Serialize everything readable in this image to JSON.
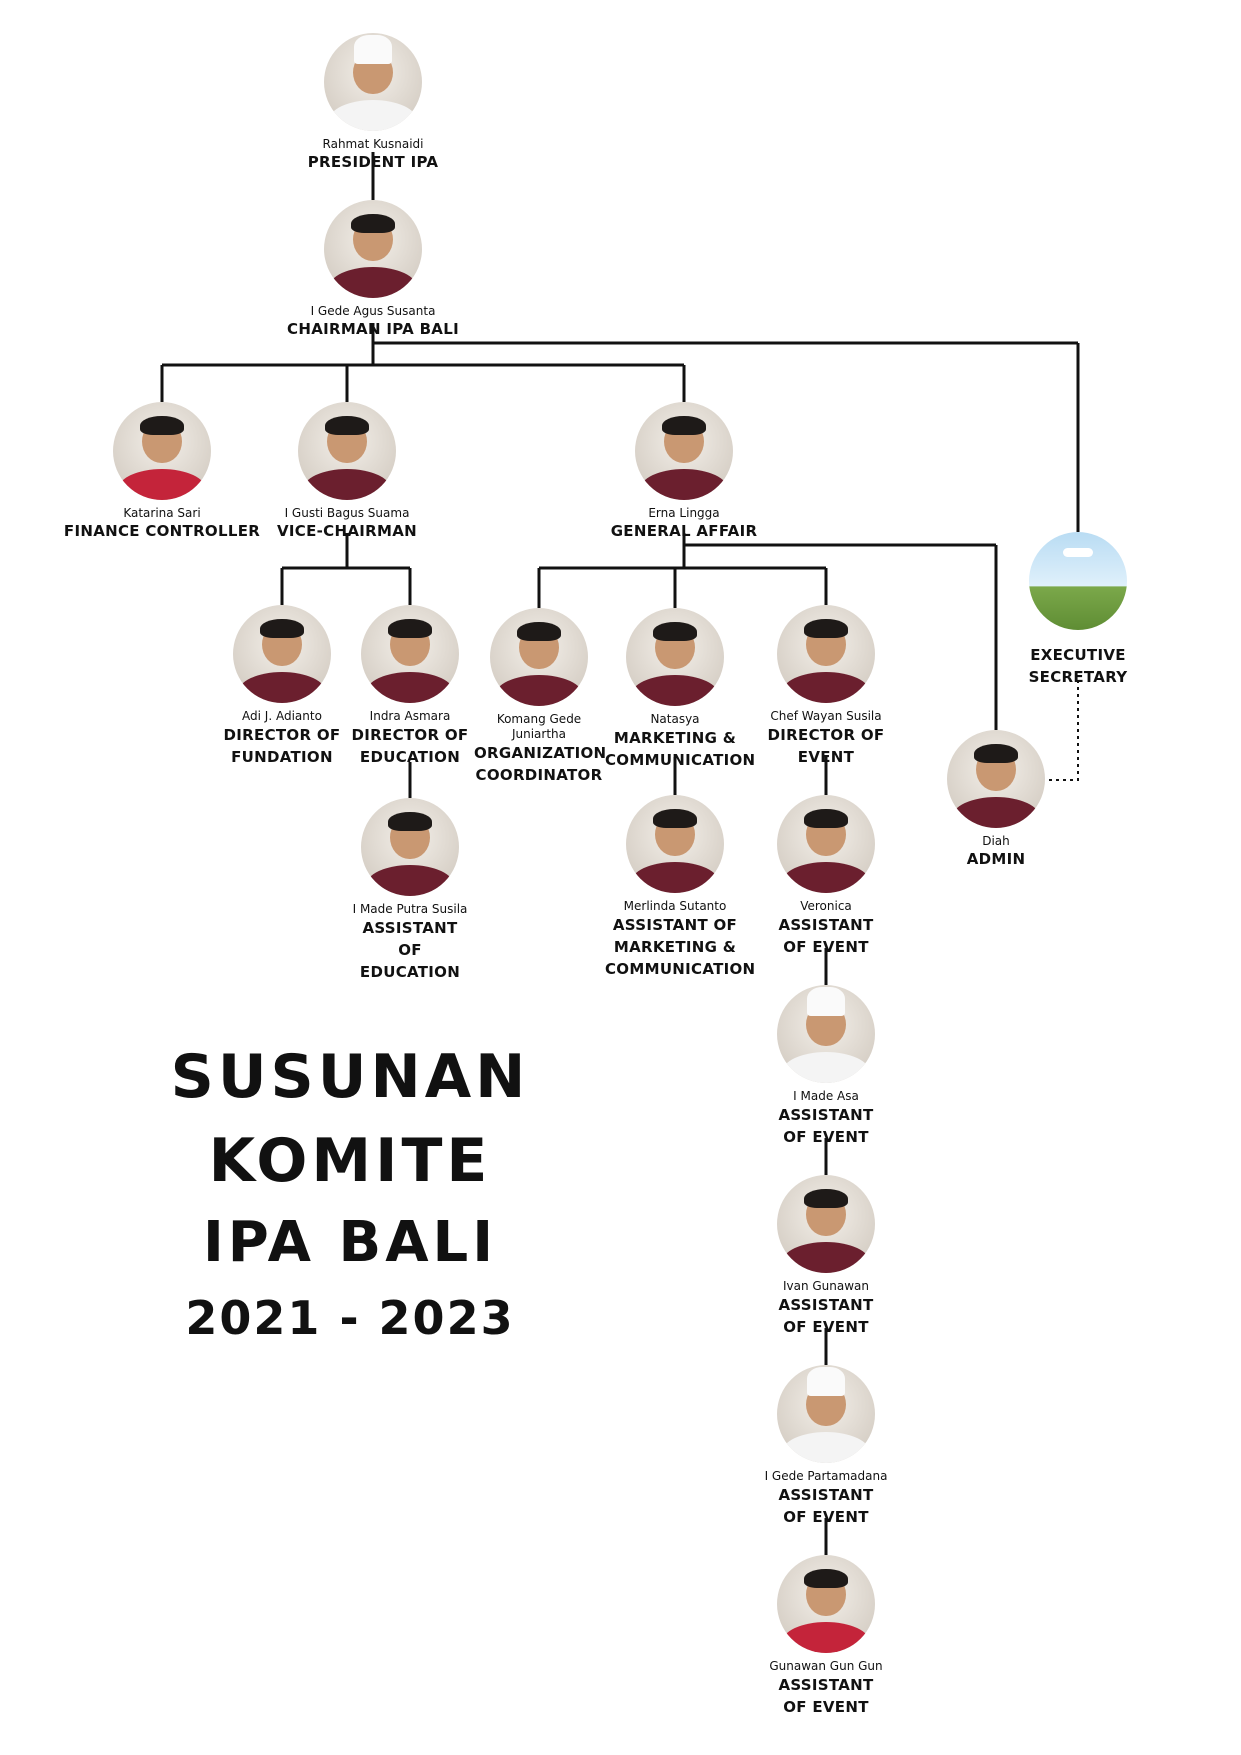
{
  "title": {
    "line1": "SUSUNAN KOMITE",
    "line2": "IPA BALI",
    "line3": "2021 - 2023"
  },
  "nodes": [
    {
      "id": "president",
      "name": "Rahmat Kusnaidi",
      "role": "PRESIDENT IPA",
      "avatar": "chef"
    },
    {
      "id": "chairman",
      "name": "I Gede Agus Susanta",
      "role": "CHAIRMAN IPA BALI",
      "avatar": "person"
    },
    {
      "id": "finance",
      "name": "Katarina Sari",
      "role": "FINANCE CONTROLLER",
      "avatar": "red"
    },
    {
      "id": "vice",
      "name": "I Gusti Bagus Suama",
      "role": "VICE-CHAIRMAN",
      "avatar": "person"
    },
    {
      "id": "general",
      "name": "Erna Lingga",
      "role": "GENERAL AFFAIR",
      "avatar": "person"
    },
    {
      "id": "secretary",
      "name": "",
      "role": "EXECUTIVE SECRETARY",
      "avatar": "placeholder"
    },
    {
      "id": "fundation",
      "name": "Adi J. Adianto",
      "role": "DIRECTOR OF FUNDATION",
      "avatar": "person"
    },
    {
      "id": "education",
      "name": "Indra Asmara",
      "role": "DIRECTOR OF EDUCATION",
      "avatar": "person"
    },
    {
      "id": "asst_edu",
      "name": "I Made Putra Susila",
      "role": "ASSISTANT OF EDUCATION",
      "avatar": "person"
    },
    {
      "id": "org",
      "name": "Komang Gede Juniartha",
      "role": "ORGANIZATION COORDINATOR",
      "avatar": "person"
    },
    {
      "id": "marketing",
      "name": "Natasya",
      "role": "MARKETING & COMMUNICATION",
      "avatar": "person"
    },
    {
      "id": "asst_mkt",
      "name": "Merlinda Sutanto",
      "role": "ASSISTANT OF MARKETING & COMMUNICATION",
      "avatar": "person"
    },
    {
      "id": "event",
      "name": "Chef Wayan Susila",
      "role": "DIRECTOR OF EVENT",
      "avatar": "person"
    },
    {
      "id": "asst_event1",
      "name": "Veronica",
      "role": "ASSISTANT OF EVENT",
      "avatar": "person"
    },
    {
      "id": "asst_event2",
      "name": "I Made Asa",
      "role": "ASSISTANT OF EVENT",
      "avatar": "chef"
    },
    {
      "id": "asst_event3",
      "name": "Ivan Gunawan",
      "role": "ASSISTANT OF EVENT",
      "avatar": "person"
    },
    {
      "id": "asst_event4",
      "name": "I Gede Partamadana",
      "role": "ASSISTANT OF EVENT",
      "avatar": "chef"
    },
    {
      "id": "asst_event5",
      "name": "Gunawan Gun Gun",
      "role": "ASSISTANT OF EVENT",
      "avatar": "red"
    },
    {
      "id": "admin",
      "name": "Diah",
      "role": "ADMIN",
      "avatar": "person"
    }
  ],
  "colors": {
    "line": "#111111",
    "accent": "#6b1f2e",
    "background": "#ffffff"
  }
}
